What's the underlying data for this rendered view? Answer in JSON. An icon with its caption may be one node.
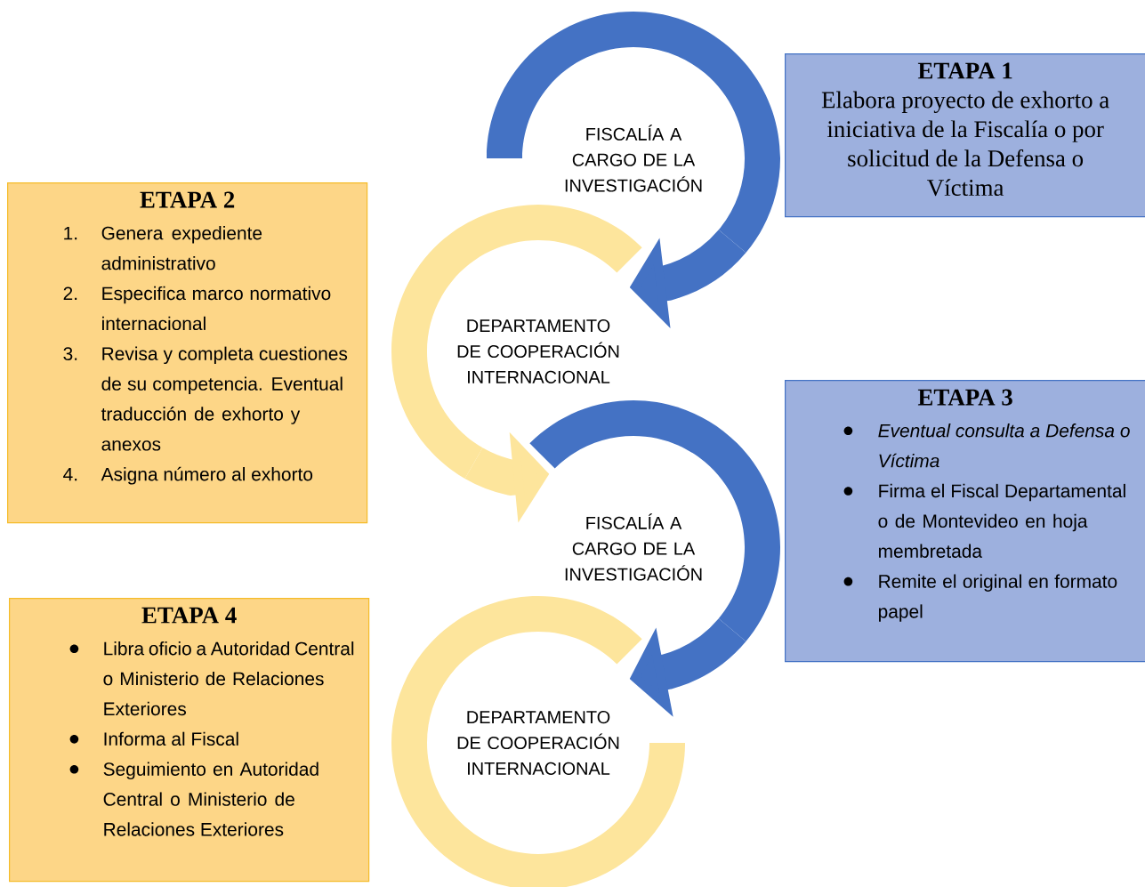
{
  "diagram": {
    "nodes": [
      {
        "text": [
          "FISCALÍA A CARGO DE LA INVESTIGACIÓN"
        ]
      },
      {
        "text": [
          "ETAPA 1",
          "Elabora proyecto de exhorto a iniciativa de la Fiscalía o por solicitud de la Defensa o Víctima"
        ]
      },
      {
        "text": [
          "ETAPA 2",
          "1.",
          "Genera expediente administrativo",
          "2.",
          "Especifica marco normativo internacional",
          "3.",
          "Revisa y completa cuestiones de su competencia. Eventual traducción de exhorto y anexos",
          "4.",
          "Asigna número al exhorto"
        ]
      },
      {
        "text": [
          "DEPARTAMENTO DE COOPERACIÓN INTERNACIONAL"
        ]
      },
      {
        "text": [
          "FISCALÍA A CARGO DE LA INVESTIGACIÓN"
        ]
      },
      {
        "text": [
          "ETAPA 3",
          "Eventual consulta a Defensa o Víctima",
          "Firma el Fiscal Departamental o de Montevideo en hoja membretada",
          "Remite el original en formato papel"
        ]
      },
      {
        "text": [
          "ETAPA 4",
          "Libra oficio a Autoridad Central o Ministerio de Relaciones Exteriores",
          "Informa al Fiscal",
          "Seguimiento en Autoridad Central o Ministerio de Relaciones Exteriores"
        ]
      },
      {
        "text": [
          "DEPARTAMENTO DE COOPERACIÓN INTERNACIONAL"
        ]
      }
    ],
    "edges": [
      {
        "from": 0,
        "to": 3,
        "arrow": "to"
      },
      {
        "from": 3,
        "to": 4,
        "arrow": "to",
        "color": "#fde59c"
      },
      {
        "from": 4,
        "to": 7,
        "arrow": "to"
      }
    ]
  }
}
